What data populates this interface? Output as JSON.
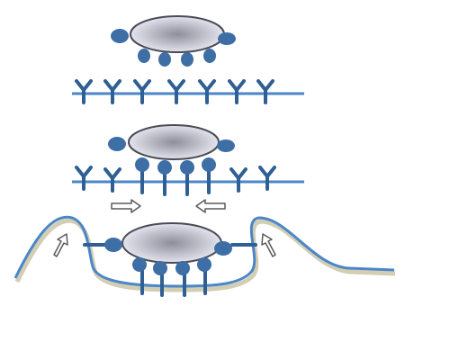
{
  "colors": {
    "background": "#ffffff",
    "membrane": "#4a86c8",
    "membrane_shadow": "#c8c0a0",
    "receptor": "#2f5f93",
    "ligand": "#3d6ea6",
    "particle_center": "#8d8e9a",
    "particle_edge": "#e4e4ee",
    "particle_stroke": "#4b4b56",
    "arrow_fill": "#ffffff",
    "arrow_stroke": "#5a5a5a"
  },
  "diagram": {
    "panels": [
      {
        "name": "stage-initial-binding",
        "receptors_on_flat_membrane": 7,
        "ligands_bound": 0
      },
      {
        "name": "stage-receptor-clustering",
        "receptors_on_flat_membrane": 8,
        "ligands_bound": 4,
        "lateral_arrows": 2
      },
      {
        "name": "stage-membrane-wrapping",
        "ligands_bound": 6,
        "upward_arrows": 2
      }
    ],
    "icons": [
      "nanoparticle-icon",
      "ligand-icon",
      "receptor-icon",
      "arrow-icon"
    ]
  }
}
